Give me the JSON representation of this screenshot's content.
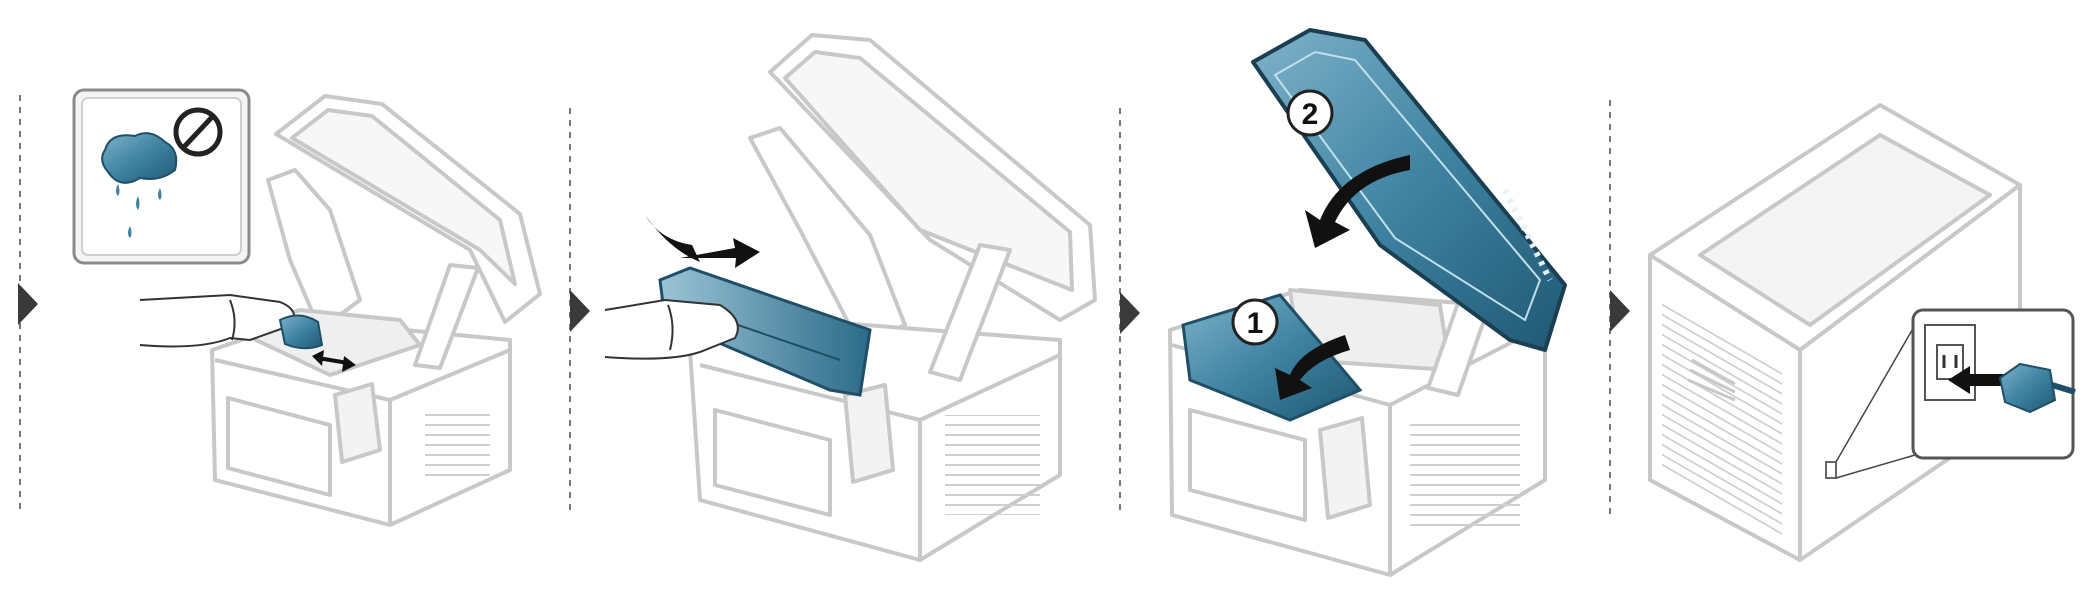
{
  "colors": {
    "outline": "#c8c8c8",
    "outline_dark": "#9a9a9a",
    "fill_body": "#ffffff",
    "fill_inner": "#ececec",
    "accent": "#2f7391",
    "accent_light": "#5e9cb8",
    "accent_pale": "#a9cbd9",
    "arrow": "#2b2b2b",
    "separator": "#777777"
  },
  "steps": [
    {
      "id": "step-1",
      "description_icon": "wet-cloth-prohibited-icon"
    },
    {
      "id": "step-2",
      "description_icon": "toner-cartridge-remove-icon"
    },
    {
      "id": "step-3",
      "description_icon": "close-cover-icon"
    },
    {
      "id": "step-4",
      "description_icon": "plug-power-cord-icon"
    }
  ],
  "badges": {
    "first": "1",
    "second": "2"
  }
}
